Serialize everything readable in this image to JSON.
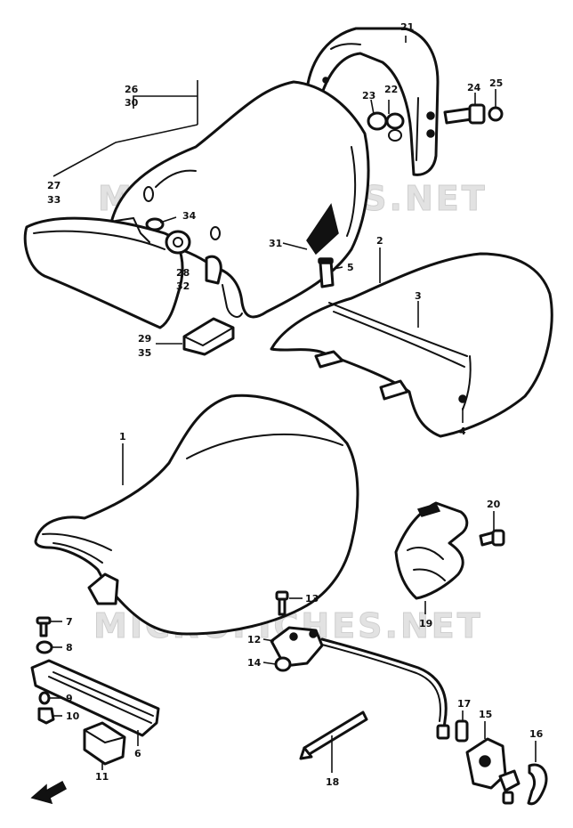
{
  "watermark": "MICROFICHES.NET",
  "callouts": {
    "c1": "1",
    "c2": "2",
    "c3": "3",
    "c4": "4",
    "c5": "5",
    "c6": "6",
    "c7": "7",
    "c8": "8",
    "c9": "9",
    "c10": "10",
    "c11": "11",
    "c12": "12",
    "c13": "13",
    "c14": "14",
    "c15": "15",
    "c16": "16",
    "c17": "17",
    "c18": "18",
    "c19": "19",
    "c20": "20",
    "c21": "21",
    "c22": "22",
    "c23": "23",
    "c24": "24",
    "c25": "25",
    "c26": "26",
    "c27": "27",
    "c28": "28",
    "c29": "29",
    "c30": "30",
    "c31": "31",
    "c32": "32",
    "c33": "33",
    "c34": "34",
    "c35": "35"
  }
}
